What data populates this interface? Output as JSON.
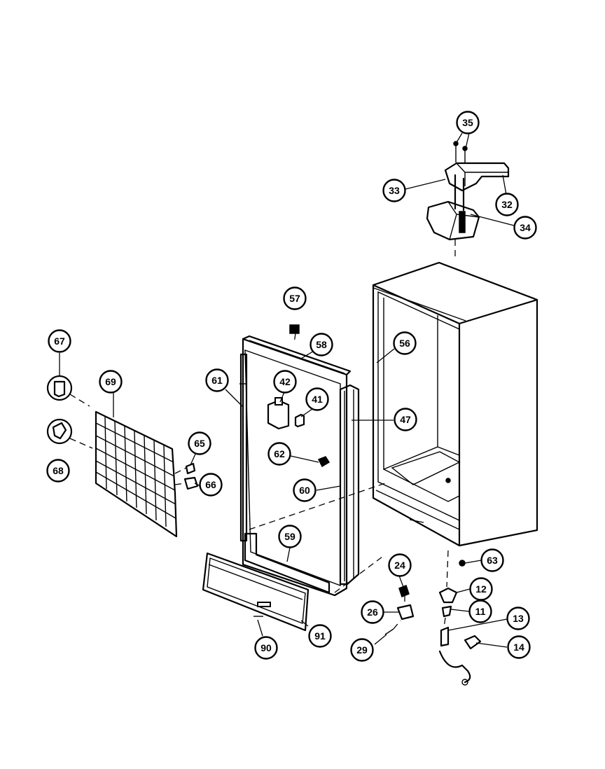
{
  "callouts": [
    "35",
    "33",
    "32",
    "34",
    "57",
    "58",
    "56",
    "61",
    "42",
    "41",
    "47",
    "67",
    "69",
    "62",
    "60",
    "65",
    "68",
    "66",
    "59",
    "24",
    "63",
    "12",
    "26",
    "11",
    "13",
    "91",
    "29",
    "14",
    "90"
  ]
}
